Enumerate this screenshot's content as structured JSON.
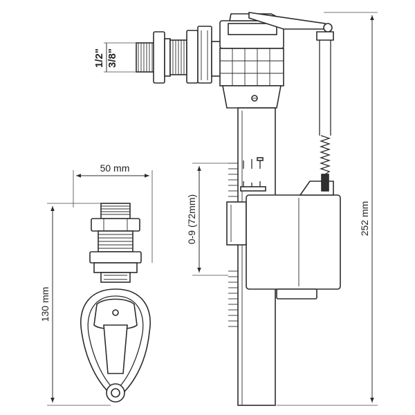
{
  "dimensions": {
    "width_top": "50 mm",
    "height_front": "130 mm",
    "height_total": "252 mm",
    "adjust_range": "0-9 (72mm)"
  },
  "thread": {
    "large": "1/2\"",
    "small": "3/8\""
  },
  "colors": {
    "line": "#2b2b2b",
    "background": "#ffffff"
  }
}
